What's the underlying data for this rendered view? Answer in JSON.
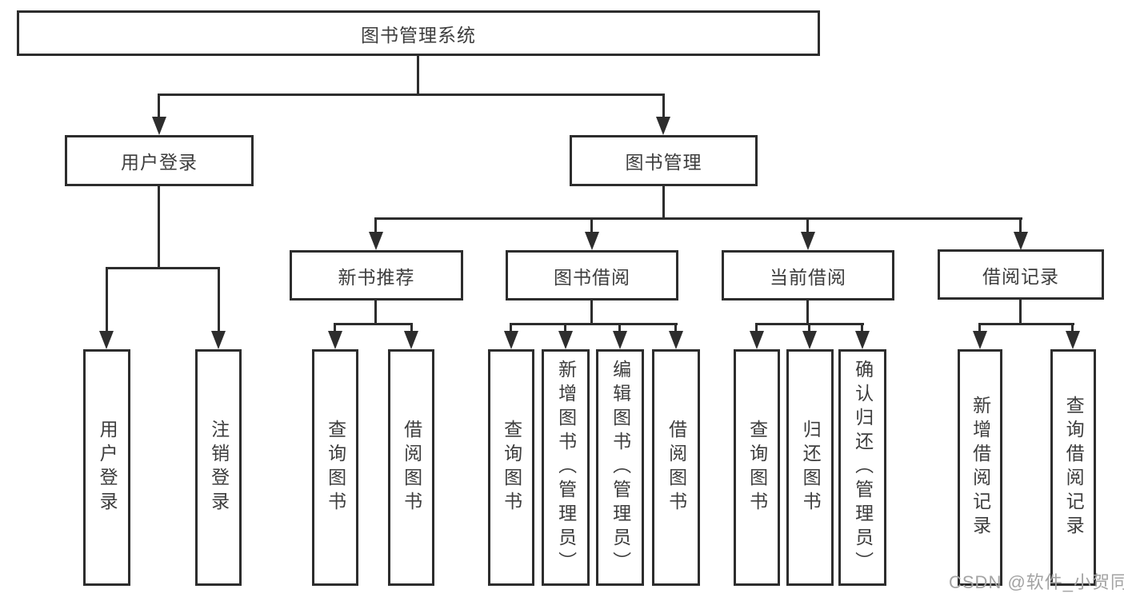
{
  "colors": {
    "line": "#2d2d2d",
    "box_border": "#2d2d2d",
    "text": "#3d3d3d",
    "watermark": "#a3a3a3",
    "background": "#ffffff"
  },
  "tree": {
    "root": {
      "label": "图书管理系统"
    },
    "branches": [
      {
        "label": "用户登录",
        "children": [
          {
            "label": "用户登录"
          },
          {
            "label": "注销登录"
          }
        ]
      },
      {
        "label": "图书管理",
        "sections": [
          {
            "label": "新书推荐",
            "children": [
              {
                "label": "查询图书"
              },
              {
                "label": "借阅图书"
              }
            ]
          },
          {
            "label": "图书借阅",
            "children": [
              {
                "label": "查询图书"
              },
              {
                "label": "新增图书（管理员）"
              },
              {
                "label": "编辑图书（管理员）"
              },
              {
                "label": "借阅图书"
              }
            ]
          },
          {
            "label": "当前借阅",
            "children": [
              {
                "label": "查询图书"
              },
              {
                "label": "归还图书"
              },
              {
                "label": "确认归还（管理员）"
              }
            ]
          },
          {
            "label": "借阅记录",
            "children": [
              {
                "label": "新增借阅记录"
              },
              {
                "label": "查询借阅记录"
              }
            ]
          }
        ]
      }
    ]
  },
  "watermark": {
    "text": "CSDN @软件_小贺同学"
  }
}
